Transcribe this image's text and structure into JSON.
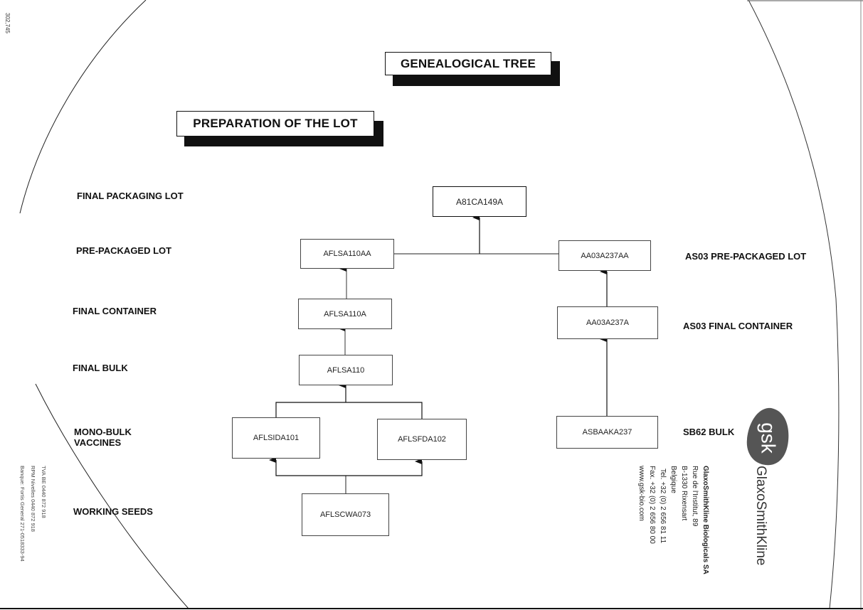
{
  "page_ref": "302,745",
  "titles": {
    "main": "GENEALOGICAL TREE",
    "section": "PREPARATION OF THE LOT"
  },
  "levels_left": [
    {
      "id": "final-packaging-lot",
      "label": "FINAL PACKAGING LOT"
    },
    {
      "id": "pre-packaged-lot",
      "label": "PRE-PACKAGED LOT"
    },
    {
      "id": "final-container",
      "label": "FINAL CONTAINER"
    },
    {
      "id": "final-bulk",
      "label": "FINAL BULK"
    },
    {
      "id": "mono-bulk-vaccines",
      "label": "MONO-BULK\nVACCINES"
    },
    {
      "id": "working-seeds",
      "label": "WORKING SEEDS"
    }
  ],
  "levels_right": [
    {
      "id": "as03-pre-packaged-lot",
      "label": "AS03 PRE-PACKAGED LOT"
    },
    {
      "id": "as03-final-container",
      "label": "AS03 FINAL CONTAINER"
    },
    {
      "id": "sb62-bulk",
      "label": "SB62 BULK"
    }
  ],
  "nodes": {
    "final_packaging": "A81CA149A",
    "pre_packaged": "AFLSA110AA",
    "as03_pre_packaged": "AA03A237AA",
    "final_container": "AFLSA110A",
    "as03_final_container": "AA03A237A",
    "final_bulk": "AFLSA110",
    "mono_bulk_1": "AFLSIDA101",
    "mono_bulk_2": "AFLSFDA102",
    "sb62_bulk": "ASBAAKA237",
    "working_seed": "AFLSCWA073"
  },
  "edges": [
    {
      "from": "AFLSCWA073",
      "to": "AFLSIDA101"
    },
    {
      "from": "AFLSCWA073",
      "to": "AFLSFDA102"
    },
    {
      "from": "AFLSIDA101",
      "to": "AFLSA110"
    },
    {
      "from": "AFLSFDA102",
      "to": "AFLSA110"
    },
    {
      "from": "AFLSA110",
      "to": "AFLSA110A"
    },
    {
      "from": "AFLSA110A",
      "to": "AFLSA110AA"
    },
    {
      "from": "ASBAAKA237",
      "to": "AA03A237A"
    },
    {
      "from": "AA03A237A",
      "to": "AA03A237AA"
    },
    {
      "from": "AFLSA110AA",
      "to": "A81CA149A"
    },
    {
      "from": "AA03A237AA",
      "to": "A81CA149A"
    }
  ],
  "company": {
    "logo_text": "gsk",
    "brand": "GlaxoSmithKline",
    "address_lines": [
      "GlaxoSmithKline Biologicals SA",
      "Rue de l'Institut, 89",
      "B-1330 Rixensart",
      "Belgique",
      "Tel. +32 (0) 2 656 81 11",
      "Fax. +32 (0) 2 656 80 00",
      "www.gsk-bio.com"
    ],
    "legal_lines": [
      "TVA BE 0440 872 918",
      "RPM Nivelles 0440 872 918",
      "Banque: Fortis General 271-0518333-94"
    ]
  }
}
